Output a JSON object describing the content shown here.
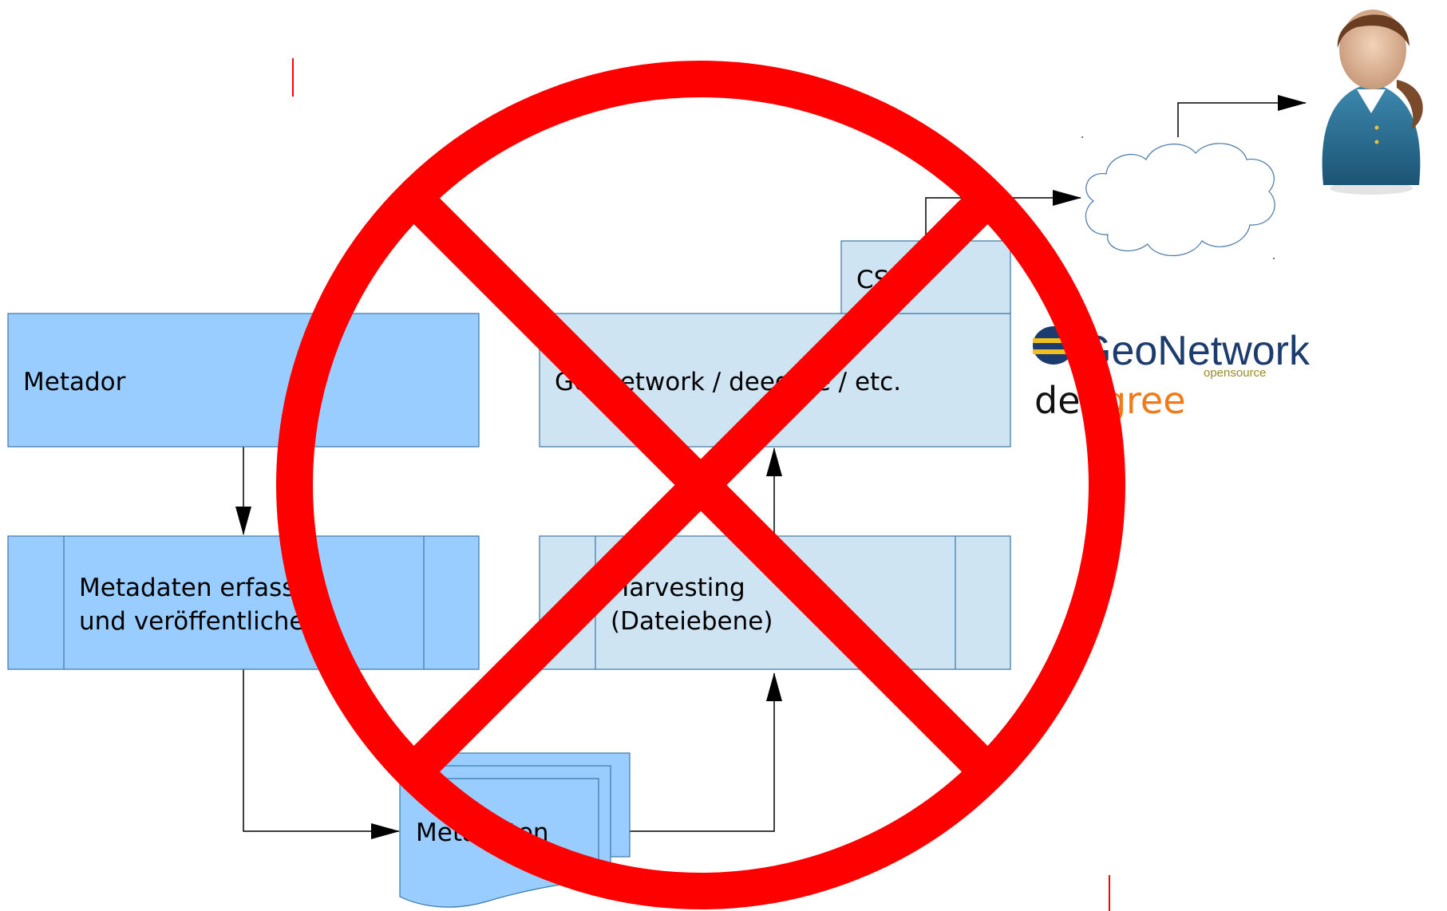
{
  "diagram": {
    "boxes": {
      "metador": "Metador",
      "capture_line1": "Metadaten erfassen",
      "capture_line2": "und veröffentlichen",
      "catalog": "Geonetwork / deegree / etc.",
      "csw": "CSW",
      "harvest_line1": "Harvesting",
      "harvest_line2": "(Dateiebene)",
      "metadata_doc": "Metadaten"
    },
    "logos": {
      "geonetwork": "GeoNetwork",
      "geonetwork_sub": "opensource",
      "deegree_part1": "dee",
      "deegree_part2": "gree"
    },
    "icons": [
      "cloud-icon",
      "user-icon",
      "prohibited-icon",
      "geonetwork-logo-icon"
    ],
    "colors": {
      "box_dark": "#99ccff",
      "box_light": "#cfe4f3",
      "box_border": "#3a78a8",
      "prohibit_red": "#ff0000",
      "geonetwork_blue": "#1d3c6e",
      "deegree_orange": "#f07a1a"
    }
  }
}
